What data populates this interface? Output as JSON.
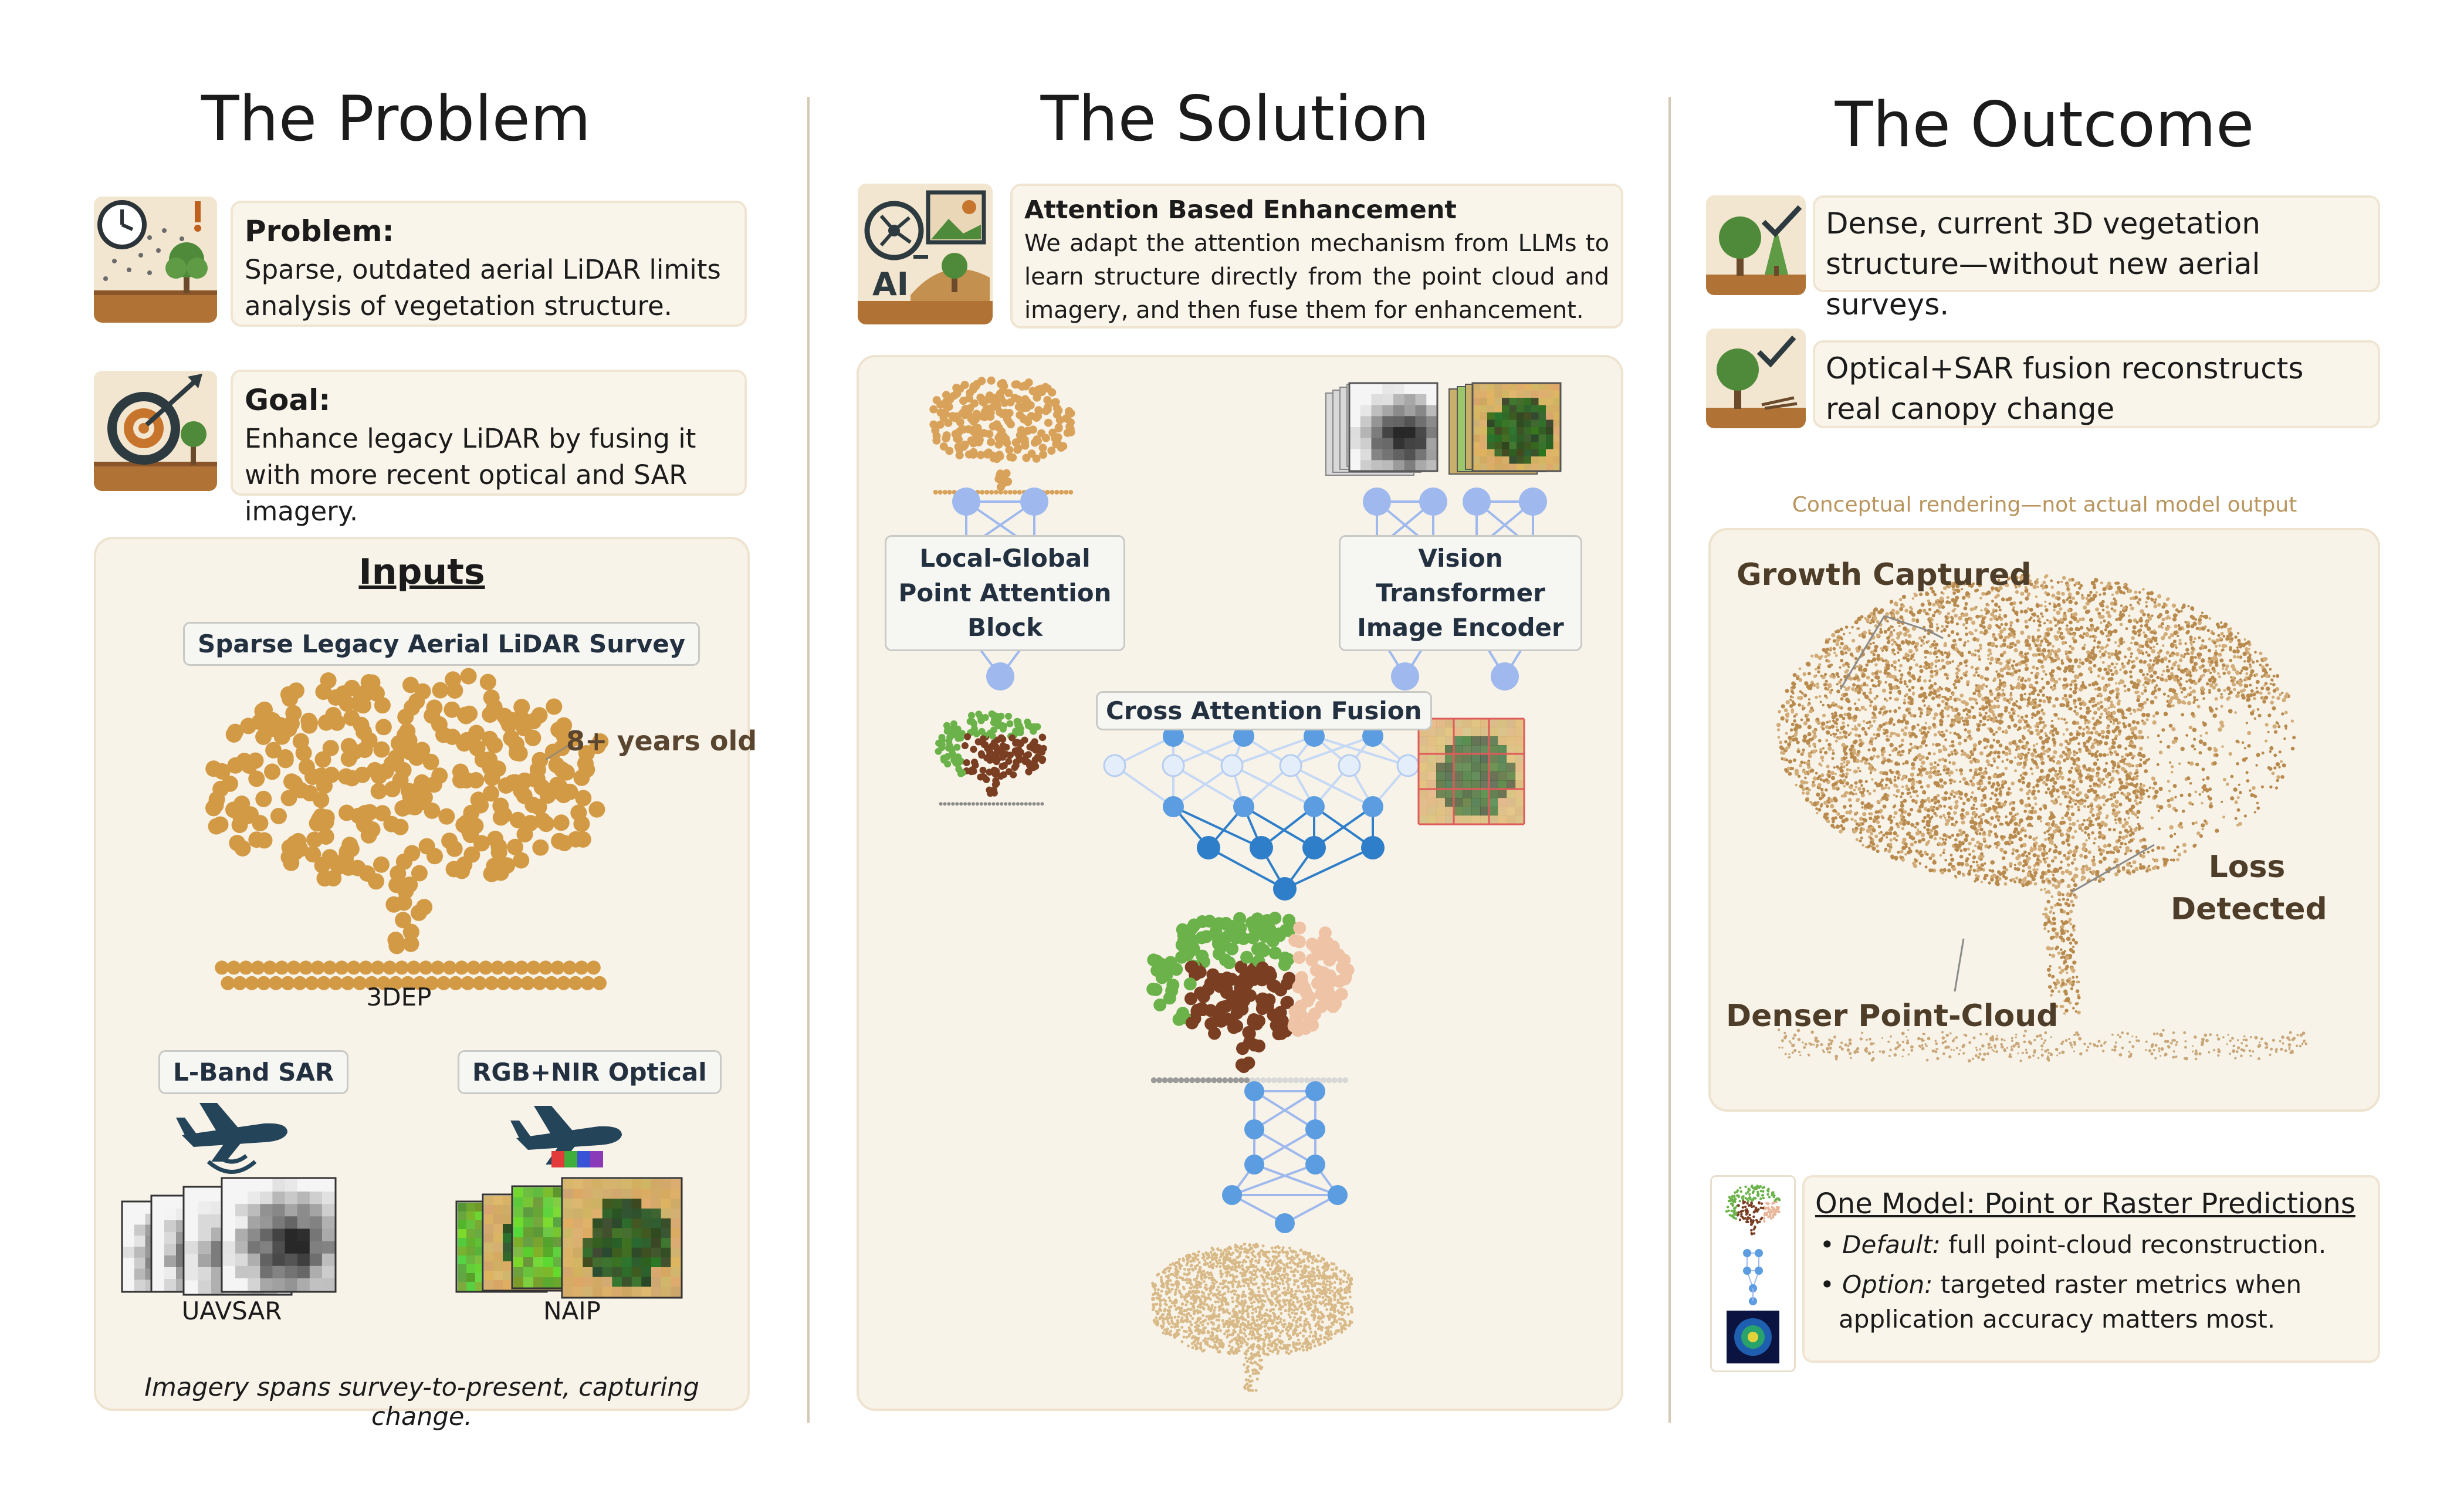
{
  "columns": {
    "problem": {
      "title": "The Problem",
      "problem_card": {
        "heading": "Problem:",
        "text": "Sparse, outdated aerial LiDAR limits analysis of vegetation structure.",
        "icon": "clock-trees-icon"
      },
      "goal_card": {
        "heading": "Goal:",
        "text": "Enhance legacy LiDAR by fusing it with more recent optical and SAR imagery.",
        "icon": "target-icon"
      },
      "inputs": {
        "heading": "Inputs",
        "lidar_label": "Sparse Legacy Aerial LiDAR Survey",
        "age_note": "8+ years old",
        "lidar_source": "3DEP",
        "sar_label": "L-Band SAR",
        "sar_source": "UAVSAR",
        "optical_label": "RGB+NIR Optical",
        "optical_source": "NAIP",
        "footnote": "Imagery spans survey-to-present, capturing change."
      }
    },
    "solution": {
      "title": "The Solution",
      "attention_card": {
        "heading": "Attention Based Enhancement",
        "text": "We adapt the attention mechanism from LLMs to learn structure directly from the point cloud and imagery, and then fuse them for enhancement.",
        "icon": "ai-image-icon",
        "icon_text": "AI"
      },
      "point_block_label": "Local-Global Point Attention Block",
      "vit_label": "Vision Transformer Image Encoder",
      "fusion_label": "Cross Attention Fusion"
    },
    "outcome": {
      "title": "The Outcome",
      "card1": "Dense, current 3D vegetation structure—without new aerial surveys.",
      "card2": "Optical+SAR fusion reconstructs real canopy change",
      "disclaimer": "Conceptual rendering—not actual model output",
      "growth_label": "Growth Captured",
      "loss_label": "Loss Detected",
      "dense_label": "Denser Point-Cloud",
      "model_card": {
        "heading": "One Model: Point or Raster Predictions",
        "bullets": [
          {
            "lead": "Default:",
            "rest": " full point-cloud reconstruction."
          },
          {
            "lead": "Option:",
            "rest": " targeted raster metrics when application accuracy matters most."
          }
        ]
      }
    }
  },
  "colors": {
    "accent_tan": "#d39a46",
    "node_blue": "#9fb9ee",
    "node_dark_blue": "#2e7ec9",
    "leaf_green": "#5aa63a",
    "trunk_brown": "#6b3a1e",
    "panel_bg": "#f8f3e8",
    "plane_navy": "#24445a"
  }
}
